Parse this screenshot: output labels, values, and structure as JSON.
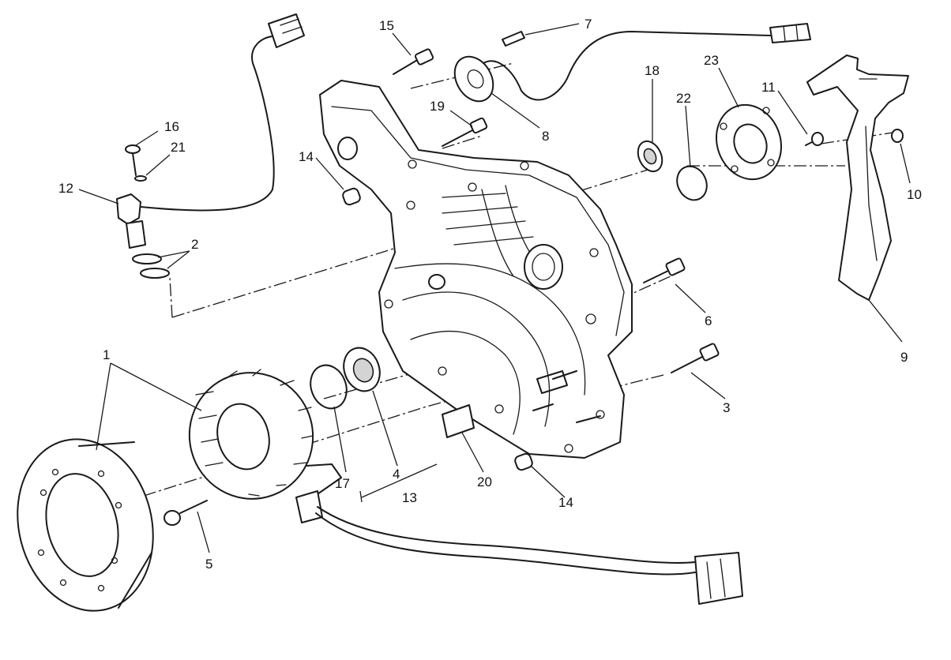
{
  "callouts": {
    "c1": "1",
    "c2": "2",
    "c3": "3",
    "c4": "4",
    "c5": "5",
    "c6": "6",
    "c7": "7",
    "c8": "8",
    "c9": "9",
    "c10": "10",
    "c11": "11",
    "c12": "12",
    "c13": "13",
    "c14a": "14",
    "c14b": "14",
    "c15": "15",
    "c16": "16",
    "c17": "17",
    "c18": "18",
    "c19": "19",
    "c20": "20",
    "c21": "21",
    "c22": "22",
    "c23": "23"
  }
}
